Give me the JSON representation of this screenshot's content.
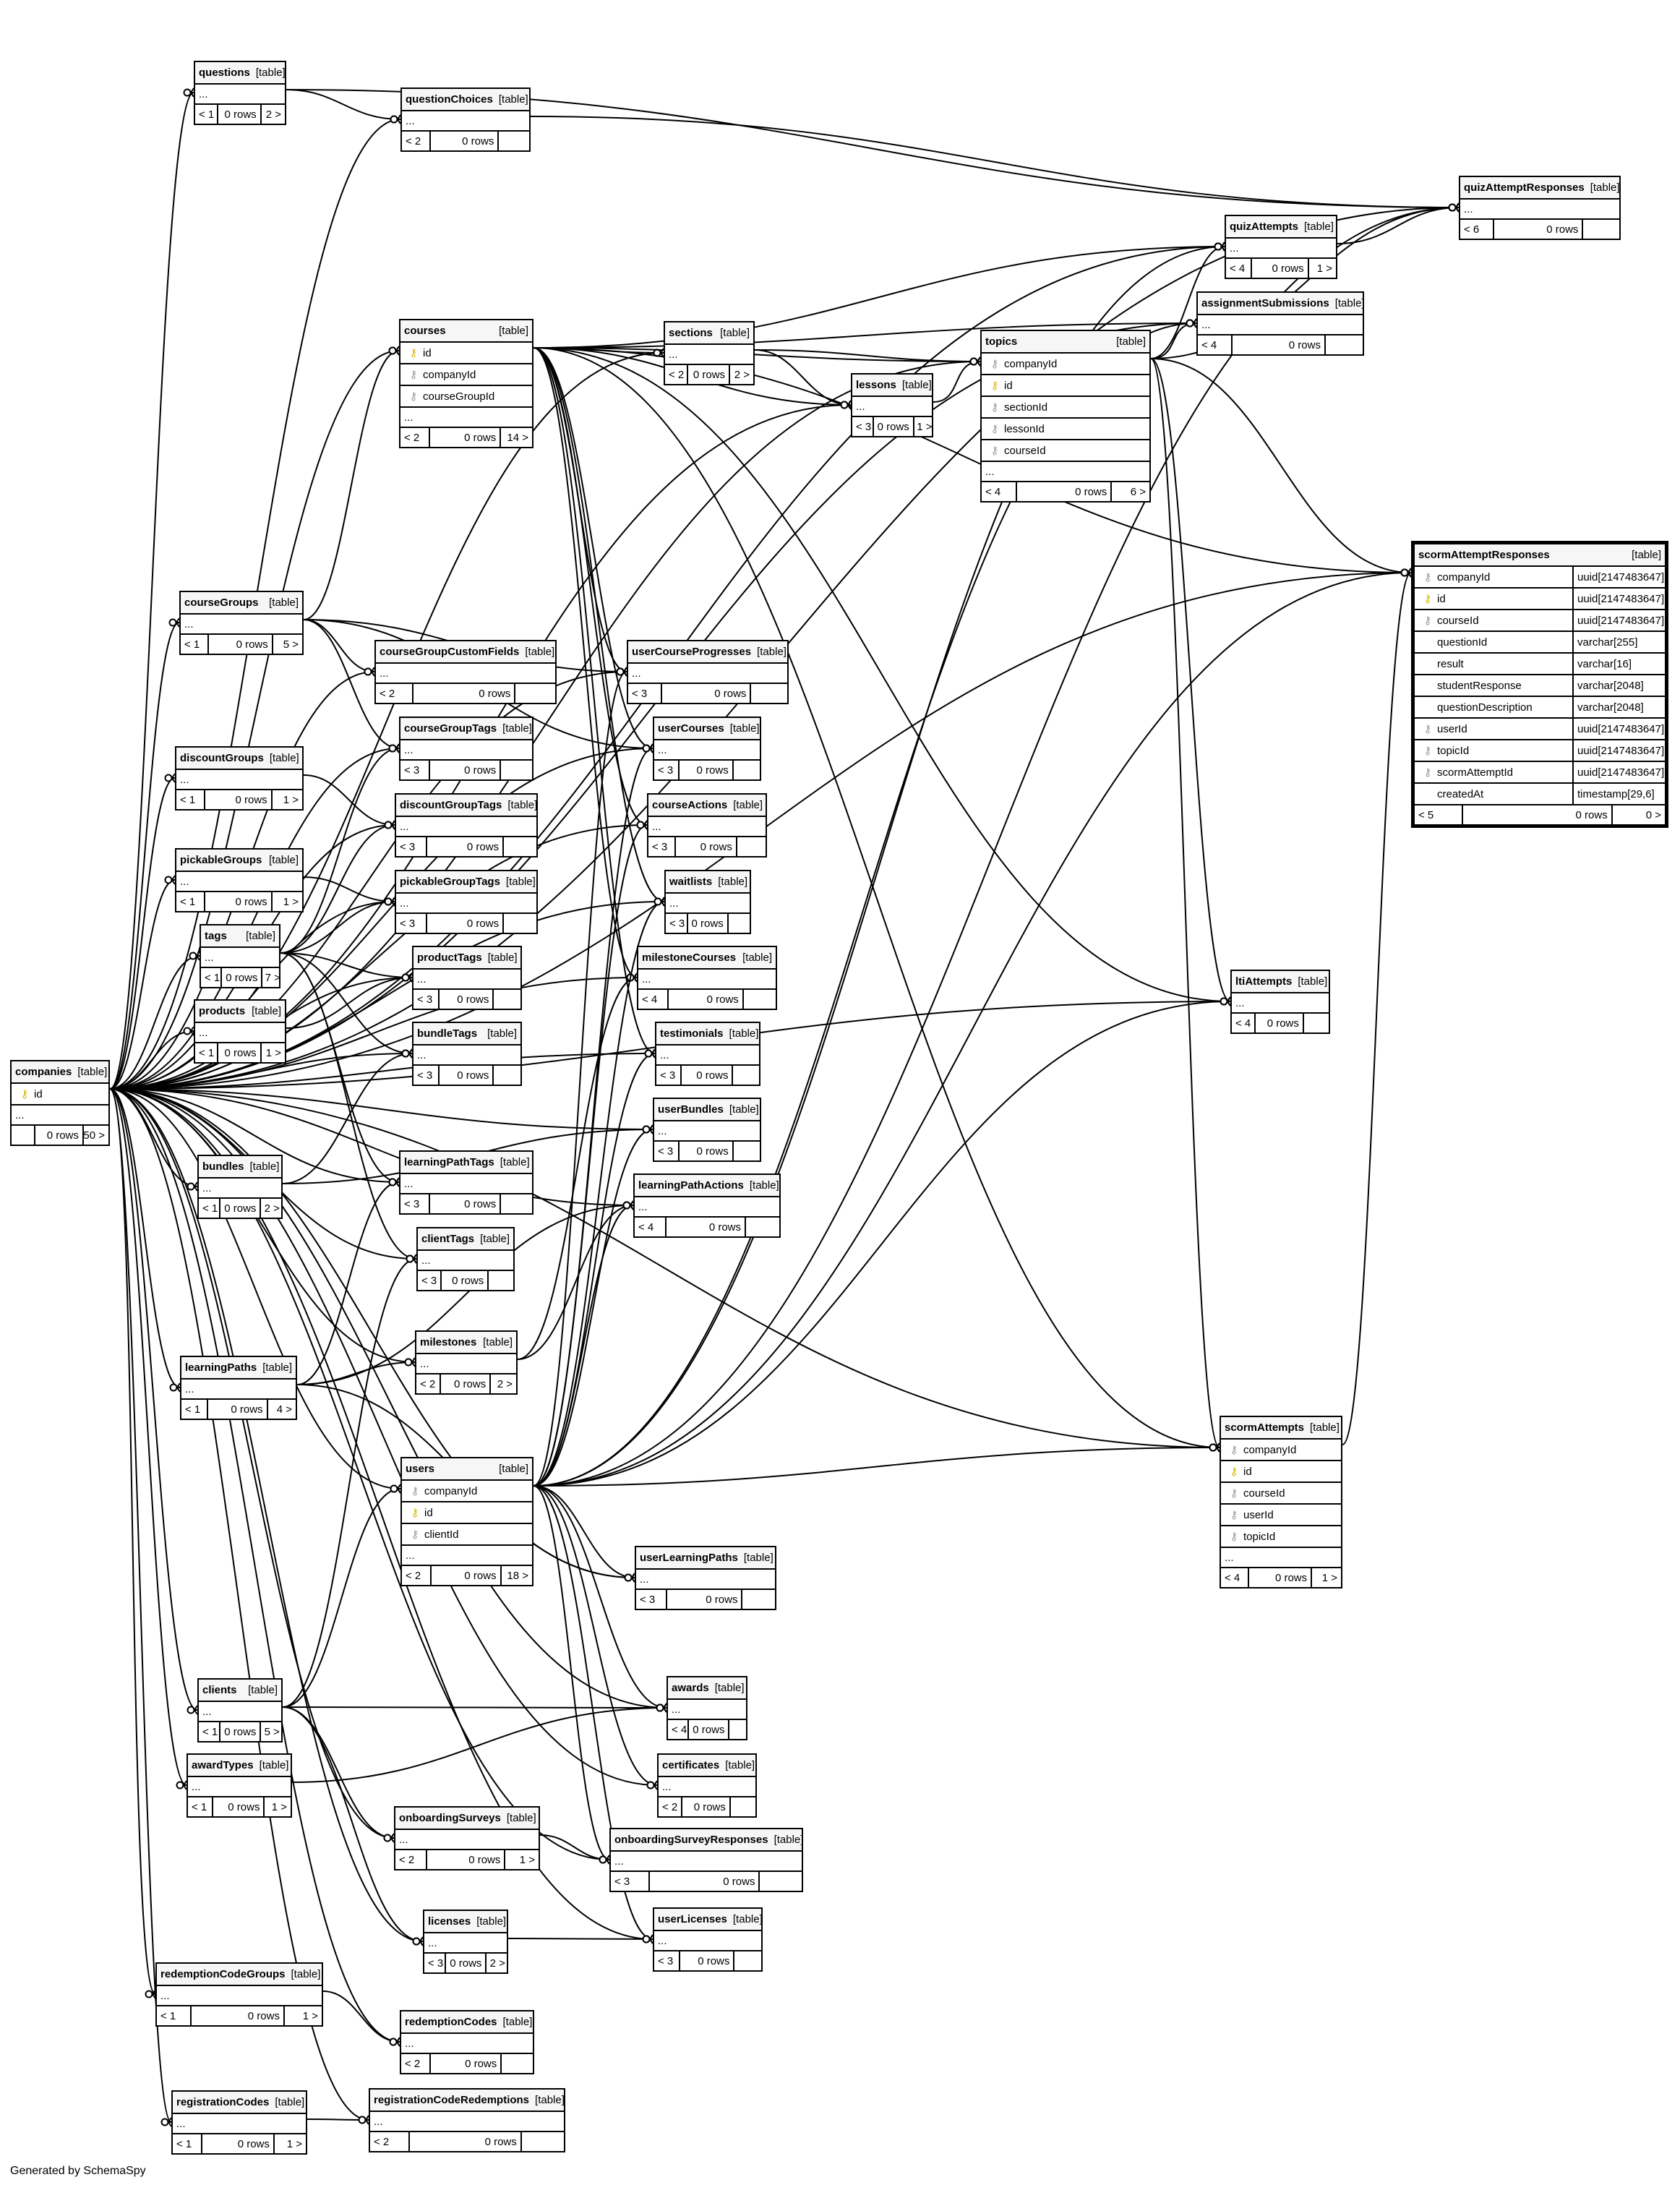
{
  "footer_text": "Generated by SchemaSpy",
  "row_ellipsis": "...",
  "tables": [
    {
      "name": "questions",
      "tag": "[table]",
      "columns": [],
      "parents": "< 1",
      "rows": "0 rows",
      "children": "2 >"
    },
    {
      "name": "questionChoices",
      "tag": "[table]",
      "columns": [],
      "parents": "< 2",
      "rows": "0 rows",
      "children": ""
    },
    {
      "name": "quizAttemptResponses",
      "tag": "[table]",
      "columns": [],
      "parents": "< 6",
      "rows": "0 rows",
      "children": ""
    },
    {
      "name": "quizAttempts",
      "tag": "[table]",
      "columns": [],
      "parents": "< 4",
      "rows": "0 rows",
      "children": "1 >"
    },
    {
      "name": "assignmentSubmissions",
      "tag": "[table]",
      "columns": [],
      "parents": "< 4",
      "rows": "0 rows",
      "children": ""
    },
    {
      "name": "courses",
      "tag": "[table]",
      "columns": [
        {
          "key": "pk",
          "name": "id"
        },
        {
          "key": "fk",
          "name": "companyId"
        },
        {
          "key": "fk",
          "name": "courseGroupId"
        }
      ],
      "parents": "< 2",
      "rows": "0 rows",
      "children": "14 >"
    },
    {
      "name": "sections",
      "tag": "[table]",
      "columns": [],
      "parents": "< 2",
      "rows": "0 rows",
      "children": "2 >"
    },
    {
      "name": "lessons",
      "tag": "[table]",
      "columns": [],
      "parents": "< 3",
      "rows": "0 rows",
      "children": "1 >"
    },
    {
      "name": "topics",
      "tag": "[table]",
      "columns": [
        {
          "key": "fk",
          "name": "companyId"
        },
        {
          "key": "pk",
          "name": "id"
        },
        {
          "key": "fk",
          "name": "sectionId"
        },
        {
          "key": "fk",
          "name": "lessonId"
        },
        {
          "key": "fk",
          "name": "courseId"
        }
      ],
      "parents": "< 4",
      "rows": "0 rows",
      "children": "6 >"
    },
    {
      "name": "scormAttemptResponses",
      "tag": "[table]",
      "focus": true,
      "columns": [
        {
          "key": "fk",
          "name": "companyId",
          "type": "uuid[2147483647]"
        },
        {
          "key": "pk",
          "name": "id",
          "type": "uuid[2147483647]"
        },
        {
          "key": "fk",
          "name": "courseId",
          "type": "uuid[2147483647]"
        },
        {
          "key": "",
          "name": "questionId",
          "type": "varchar[255]"
        },
        {
          "key": "",
          "name": "result",
          "type": "varchar[16]"
        },
        {
          "key": "",
          "name": "studentResponse",
          "type": "varchar[2048]"
        },
        {
          "key": "",
          "name": "questionDescription",
          "type": "varchar[2048]"
        },
        {
          "key": "fk",
          "name": "userId",
          "type": "uuid[2147483647]"
        },
        {
          "key": "fk",
          "name": "topicId",
          "type": "uuid[2147483647]"
        },
        {
          "key": "fk",
          "name": "scormAttemptId",
          "type": "uuid[2147483647]"
        },
        {
          "key": "",
          "name": "createdAt",
          "type": "timestamp[29,6]"
        }
      ],
      "parents": "< 5",
      "rows": "0 rows",
      "children": "0 >"
    },
    {
      "name": "courseGroups",
      "tag": "[table]",
      "columns": [],
      "parents": "< 1",
      "rows": "0 rows",
      "children": "5 >"
    },
    {
      "name": "courseGroupCustomFields",
      "tag": "[table]",
      "columns": [],
      "parents": "< 2",
      "rows": "0 rows",
      "children": ""
    },
    {
      "name": "userCourseProgresses",
      "tag": "[table]",
      "columns": [],
      "parents": "< 3",
      "rows": "0 rows",
      "children": ""
    },
    {
      "name": "courseGroupTags",
      "tag": "[table]",
      "columns": [],
      "parents": "< 3",
      "rows": "0 rows",
      "children": ""
    },
    {
      "name": "userCourses",
      "tag": "[table]",
      "columns": [],
      "parents": "< 3",
      "rows": "0 rows",
      "children": ""
    },
    {
      "name": "discountGroups",
      "tag": "[table]",
      "columns": [],
      "parents": "< 1",
      "rows": "0 rows",
      "children": "1 >"
    },
    {
      "name": "discountGroupTags",
      "tag": "[table]",
      "columns": [],
      "parents": "< 3",
      "rows": "0 rows",
      "children": ""
    },
    {
      "name": "courseActions",
      "tag": "[table]",
      "columns": [],
      "parents": "< 3",
      "rows": "0 rows",
      "children": ""
    },
    {
      "name": "pickableGroups",
      "tag": "[table]",
      "columns": [],
      "parents": "< 1",
      "rows": "0 rows",
      "children": "1 >"
    },
    {
      "name": "pickableGroupTags",
      "tag": "[table]",
      "columns": [],
      "parents": "< 3",
      "rows": "0 rows",
      "children": ""
    },
    {
      "name": "waitlists",
      "tag": "[table]",
      "columns": [],
      "parents": "< 3",
      "rows": "0 rows",
      "children": ""
    },
    {
      "name": "tags",
      "tag": "[table]",
      "columns": [],
      "parents": "< 1",
      "rows": "0 rows",
      "children": "7 >"
    },
    {
      "name": "productTags",
      "tag": "[table]",
      "columns": [],
      "parents": "< 3",
      "rows": "0 rows",
      "children": ""
    },
    {
      "name": "milestoneCourses",
      "tag": "[table]",
      "columns": [],
      "parents": "< 4",
      "rows": "0 rows",
      "children": ""
    },
    {
      "name": "ltiAttempts",
      "tag": "[table]",
      "columns": [],
      "parents": "< 4",
      "rows": "0 rows",
      "children": ""
    },
    {
      "name": "products",
      "tag": "[table]",
      "columns": [],
      "parents": "< 1",
      "rows": "0 rows",
      "children": "1 >"
    },
    {
      "name": "bundleTags",
      "tag": "[table]",
      "columns": [],
      "parents": "< 3",
      "rows": "0 rows",
      "children": ""
    },
    {
      "name": "testimonials",
      "tag": "[table]",
      "columns": [],
      "parents": "< 3",
      "rows": "0 rows",
      "children": ""
    },
    {
      "name": "companies",
      "tag": "[table]",
      "columns": [
        {
          "key": "pk",
          "name": "id"
        }
      ],
      "parents": "",
      "rows": "0 rows",
      "children": "50 >"
    },
    {
      "name": "userBundles",
      "tag": "[table]",
      "columns": [],
      "parents": "< 3",
      "rows": "0 rows",
      "children": ""
    },
    {
      "name": "bundles",
      "tag": "[table]",
      "columns": [],
      "parents": "< 1",
      "rows": "0 rows",
      "children": "2 >"
    },
    {
      "name": "learningPathTags",
      "tag": "[table]",
      "columns": [],
      "parents": "< 3",
      "rows": "0 rows",
      "children": ""
    },
    {
      "name": "learningPathActions",
      "tag": "[table]",
      "columns": [],
      "parents": "< 4",
      "rows": "0 rows",
      "children": ""
    },
    {
      "name": "clientTags",
      "tag": "[table]",
      "columns": [],
      "parents": "< 3",
      "rows": "0 rows",
      "children": ""
    },
    {
      "name": "milestones",
      "tag": "[table]",
      "columns": [],
      "parents": "< 2",
      "rows": "0 rows",
      "children": "2 >"
    },
    {
      "name": "learningPaths",
      "tag": "[table]",
      "columns": [],
      "parents": "< 1",
      "rows": "0 rows",
      "children": "4 >"
    },
    {
      "name": "scormAttempts",
      "tag": "[table]",
      "columns": [
        {
          "key": "fk",
          "name": "companyId"
        },
        {
          "key": "pk",
          "name": "id"
        },
        {
          "key": "fk",
          "name": "courseId"
        },
        {
          "key": "fk",
          "name": "userId"
        },
        {
          "key": "fk",
          "name": "topicId"
        }
      ],
      "parents": "< 4",
      "rows": "0 rows",
      "children": "1 >"
    },
    {
      "name": "users",
      "tag": "[table]",
      "columns": [
        {
          "key": "fk",
          "name": "companyId"
        },
        {
          "key": "pk",
          "name": "id"
        },
        {
          "key": "fk",
          "name": "clientId"
        }
      ],
      "parents": "< 2",
      "rows": "0 rows",
      "children": "18 >"
    },
    {
      "name": "userLearningPaths",
      "tag": "[table]",
      "columns": [],
      "parents": "< 3",
      "rows": "0 rows",
      "children": ""
    },
    {
      "name": "clients",
      "tag": "[table]",
      "columns": [],
      "parents": "< 1",
      "rows": "0 rows",
      "children": "5 >"
    },
    {
      "name": "awards",
      "tag": "[table]",
      "columns": [],
      "parents": "< 4",
      "rows": "0 rows",
      "children": ""
    },
    {
      "name": "awardTypes",
      "tag": "[table]",
      "columns": [],
      "parents": "< 1",
      "rows": "0 rows",
      "children": "1 >"
    },
    {
      "name": "certificates",
      "tag": "[table]",
      "columns": [],
      "parents": "< 2",
      "rows": "0 rows",
      "children": ""
    },
    {
      "name": "onboardingSurveys",
      "tag": "[table]",
      "columns": [],
      "parents": "< 2",
      "rows": "0 rows",
      "children": "1 >"
    },
    {
      "name": "onboardingSurveyResponses",
      "tag": "[table]",
      "columns": [],
      "parents": "< 3",
      "rows": "0 rows",
      "children": ""
    },
    {
      "name": "licenses",
      "tag": "[table]",
      "columns": [],
      "parents": "< 3",
      "rows": "0 rows",
      "children": "2 >"
    },
    {
      "name": "userLicenses",
      "tag": "[table]",
      "columns": [],
      "parents": "< 3",
      "rows": "0 rows",
      "children": ""
    },
    {
      "name": "redemptionCodeGroups",
      "tag": "[table]",
      "columns": [],
      "parents": "< 1",
      "rows": "0 rows",
      "children": "1 >"
    },
    {
      "name": "redemptionCodes",
      "tag": "[table]",
      "columns": [],
      "parents": "< 2",
      "rows": "0 rows",
      "children": ""
    },
    {
      "name": "registrationCodes",
      "tag": "[table]",
      "columns": [],
      "parents": "< 1",
      "rows": "0 rows",
      "children": "1 >"
    },
    {
      "name": "registrationCodeRedemptions",
      "tag": "[table]",
      "columns": [],
      "parents": "< 2",
      "rows": "0 rows",
      "children": ""
    }
  ],
  "relationships": [
    [
      "companies",
      "questions"
    ],
    [
      "companies",
      "questionChoices"
    ],
    [
      "companies",
      "quizAttemptResponses"
    ],
    [
      "companies",
      "quizAttempts"
    ],
    [
      "companies",
      "assignmentSubmissions"
    ],
    [
      "companies",
      "courses"
    ],
    [
      "companies",
      "sections"
    ],
    [
      "companies",
      "lessons"
    ],
    [
      "companies",
      "topics"
    ],
    [
      "companies",
      "scormAttemptResponses"
    ],
    [
      "companies",
      "courseGroups"
    ],
    [
      "companies",
      "courseGroupCustomFields"
    ],
    [
      "companies",
      "userCourseProgresses"
    ],
    [
      "companies",
      "courseGroupTags"
    ],
    [
      "companies",
      "userCourses"
    ],
    [
      "companies",
      "discountGroups"
    ],
    [
      "companies",
      "discountGroupTags"
    ],
    [
      "companies",
      "courseActions"
    ],
    [
      "companies",
      "pickableGroups"
    ],
    [
      "companies",
      "pickableGroupTags"
    ],
    [
      "companies",
      "waitlists"
    ],
    [
      "companies",
      "tags"
    ],
    [
      "companies",
      "productTags"
    ],
    [
      "companies",
      "milestoneCourses"
    ],
    [
      "companies",
      "ltiAttempts"
    ],
    [
      "companies",
      "products"
    ],
    [
      "companies",
      "bundleTags"
    ],
    [
      "companies",
      "testimonials"
    ],
    [
      "companies",
      "userBundles"
    ],
    [
      "companies",
      "bundles"
    ],
    [
      "companies",
      "learningPathTags"
    ],
    [
      "companies",
      "learningPathActions"
    ],
    [
      "companies",
      "clientTags"
    ],
    [
      "companies",
      "milestones"
    ],
    [
      "companies",
      "learningPaths"
    ],
    [
      "companies",
      "scormAttempts"
    ],
    [
      "companies",
      "users"
    ],
    [
      "companies",
      "userLearningPaths"
    ],
    [
      "companies",
      "clients"
    ],
    [
      "companies",
      "awards"
    ],
    [
      "companies",
      "awardTypes"
    ],
    [
      "companies",
      "certificates"
    ],
    [
      "companies",
      "onboardingSurveys"
    ],
    [
      "companies",
      "onboardingSurveyResponses"
    ],
    [
      "companies",
      "licenses"
    ],
    [
      "companies",
      "userLicenses"
    ],
    [
      "companies",
      "redemptionCodeGroups"
    ],
    [
      "companies",
      "redemptionCodes"
    ],
    [
      "companies",
      "registrationCodes"
    ],
    [
      "companies",
      "registrationCodeRedemptions"
    ],
    [
      "questions",
      "questionChoices"
    ],
    [
      "questions",
      "quizAttemptResponses"
    ],
    [
      "questionChoices",
      "quizAttemptResponses"
    ],
    [
      "quizAttempts",
      "quizAttemptResponses"
    ],
    [
      "courses",
      "sections"
    ],
    [
      "courses",
      "lessons"
    ],
    [
      "courses",
      "topics"
    ],
    [
      "courses",
      "quizAttempts"
    ],
    [
      "courses",
      "assignmentSubmissions"
    ],
    [
      "courses",
      "scormAttemptResponses"
    ],
    [
      "courses",
      "userCourseProgresses"
    ],
    [
      "courses",
      "userCourses"
    ],
    [
      "courses",
      "courseActions"
    ],
    [
      "courses",
      "waitlists"
    ],
    [
      "courses",
      "milestoneCourses"
    ],
    [
      "courses",
      "testimonials"
    ],
    [
      "courses",
      "ltiAttempts"
    ],
    [
      "courses",
      "scormAttempts"
    ],
    [
      "sections",
      "lessons"
    ],
    [
      "sections",
      "topics"
    ],
    [
      "lessons",
      "topics"
    ],
    [
      "topics",
      "quizAttempts"
    ],
    [
      "topics",
      "assignmentSubmissions"
    ],
    [
      "topics",
      "quizAttemptResponses"
    ],
    [
      "topics",
      "scormAttemptResponses"
    ],
    [
      "topics",
      "ltiAttempts"
    ],
    [
      "topics",
      "scormAttempts"
    ],
    [
      "courseGroups",
      "courses"
    ],
    [
      "courseGroups",
      "courseGroupCustomFields"
    ],
    [
      "courseGroups",
      "courseGroupTags"
    ],
    [
      "courseGroups",
      "userCourseProgresses"
    ],
    [
      "courseGroups",
      "userCourses"
    ],
    [
      "discountGroups",
      "discountGroupTags"
    ],
    [
      "pickableGroups",
      "pickableGroupTags"
    ],
    [
      "tags",
      "courseGroupTags"
    ],
    [
      "tags",
      "discountGroupTags"
    ],
    [
      "tags",
      "pickableGroupTags"
    ],
    [
      "tags",
      "productTags"
    ],
    [
      "tags",
      "bundleTags"
    ],
    [
      "tags",
      "learningPathTags"
    ],
    [
      "tags",
      "clientTags"
    ],
    [
      "products",
      "productTags"
    ],
    [
      "bundles",
      "bundleTags"
    ],
    [
      "bundles",
      "userBundles"
    ],
    [
      "learningPaths",
      "learningPathTags"
    ],
    [
      "learningPaths",
      "milestones"
    ],
    [
      "learningPaths",
      "userLearningPaths"
    ],
    [
      "learningPaths",
      "learningPathActions"
    ],
    [
      "milestones",
      "milestoneCourses"
    ],
    [
      "milestones",
      "learningPathActions"
    ],
    [
      "users",
      "quizAttempts"
    ],
    [
      "users",
      "assignmentSubmissions"
    ],
    [
      "users",
      "quizAttemptResponses"
    ],
    [
      "users",
      "userCourseProgresses"
    ],
    [
      "users",
      "userCourses"
    ],
    [
      "users",
      "courseActions"
    ],
    [
      "users",
      "waitlists"
    ],
    [
      "users",
      "testimonials"
    ],
    [
      "users",
      "userBundles"
    ],
    [
      "users",
      "learningPathActions"
    ],
    [
      "users",
      "ltiAttempts"
    ],
    [
      "users",
      "scormAttempts"
    ],
    [
      "users",
      "userLearningPaths"
    ],
    [
      "users",
      "awards"
    ],
    [
      "users",
      "certificates"
    ],
    [
      "users",
      "onboardingSurveyResponses"
    ],
    [
      "users",
      "userLicenses"
    ],
    [
      "users",
      "scormAttemptResponses"
    ],
    [
      "clients",
      "users"
    ],
    [
      "clients",
      "clientTags"
    ],
    [
      "clients",
      "awards"
    ],
    [
      "clients",
      "licenses"
    ],
    [
      "clients",
      "onboardingSurveys"
    ],
    [
      "awardTypes",
      "awards"
    ],
    [
      "onboardingSurveys",
      "onboardingSurveyResponses"
    ],
    [
      "licenses",
      "userLicenses"
    ],
    [
      "redemptionCodeGroups",
      "redemptionCodes"
    ],
    [
      "registrationCodes",
      "registrationCodeRedemptions"
    ],
    [
      "scormAttempts",
      "scormAttemptResponses"
    ]
  ]
}
